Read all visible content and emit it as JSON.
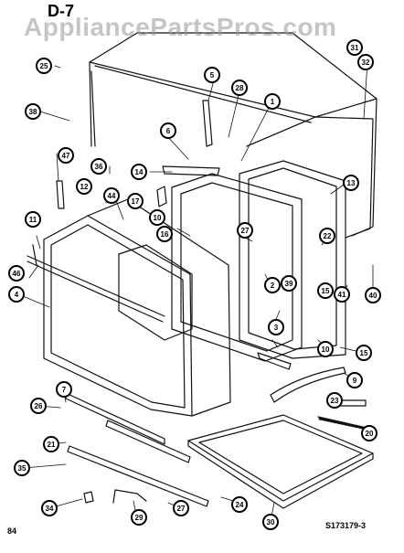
{
  "diagram": {
    "page_label": "D-7",
    "watermark": "AppliancePartsPros.com",
    "page_number": "84",
    "document_code": "S173179-3",
    "callouts": [
      {
        "id": "c25",
        "label": "25"
      },
      {
        "id": "c31",
        "label": "31"
      },
      {
        "id": "c32",
        "label": "32"
      },
      {
        "id": "c38a",
        "label": "38"
      },
      {
        "id": "c5",
        "label": "5"
      },
      {
        "id": "c28",
        "label": "28"
      },
      {
        "id": "c6",
        "label": "6"
      },
      {
        "id": "c1",
        "label": "1"
      },
      {
        "id": "c36",
        "label": "36"
      },
      {
        "id": "c47",
        "label": "47"
      },
      {
        "id": "c14",
        "label": "14"
      },
      {
        "id": "c13",
        "label": "13"
      },
      {
        "id": "c12",
        "label": "12"
      },
      {
        "id": "c44",
        "label": "44"
      },
      {
        "id": "c17",
        "label": "17"
      },
      {
        "id": "c10a",
        "label": "10"
      },
      {
        "id": "c11",
        "label": "11"
      },
      {
        "id": "c16",
        "label": "16"
      },
      {
        "id": "c27a",
        "label": "27"
      },
      {
        "id": "c22",
        "label": "22"
      },
      {
        "id": "c46",
        "label": "46"
      },
      {
        "id": "c39",
        "label": "39"
      },
      {
        "id": "c15a",
        "label": "15"
      },
      {
        "id": "c41",
        "label": "41"
      },
      {
        "id": "c40",
        "label": "40"
      },
      {
        "id": "c4",
        "label": "4"
      },
      {
        "id": "c2",
        "label": "2"
      },
      {
        "id": "c3",
        "label": "3"
      },
      {
        "id": "c10b",
        "label": "10"
      },
      {
        "id": "c15b",
        "label": "15"
      },
      {
        "id": "c9",
        "label": "9"
      },
      {
        "id": "c23",
        "label": "23"
      },
      {
        "id": "c20a",
        "label": "20"
      },
      {
        "id": "c26",
        "label": "26"
      },
      {
        "id": "c7",
        "label": "7"
      },
      {
        "id": "c35",
        "label": "35"
      },
      {
        "id": "c21",
        "label": "21"
      },
      {
        "id": "c34",
        "label": "34"
      },
      {
        "id": "c29",
        "label": "29"
      },
      {
        "id": "c27b",
        "label": "27"
      },
      {
        "id": "c24",
        "label": "24"
      },
      {
        "id": "c30",
        "label": "30"
      }
    ]
  }
}
